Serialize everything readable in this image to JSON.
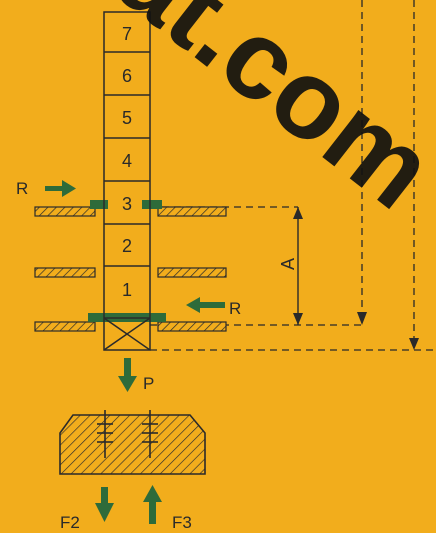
{
  "colors": {
    "background": "#f2ad1c",
    "ink": "#2a2a2a",
    "green": "#2e6b3a",
    "watermark": "#111111"
  },
  "column_cells": [
    "7",
    "6",
    "5",
    "4",
    "3",
    "2",
    "1"
  ],
  "labels": {
    "r_left": "R",
    "r_right": "R",
    "p": "P",
    "dimension_a": "A",
    "f2": "F2",
    "f3": "F3"
  },
  "watermark": {
    "text": "at.com"
  },
  "icons": [
    "arrow-right-icon",
    "arrow-left-icon",
    "arrow-down-icon",
    "arrow-up-icon"
  ]
}
